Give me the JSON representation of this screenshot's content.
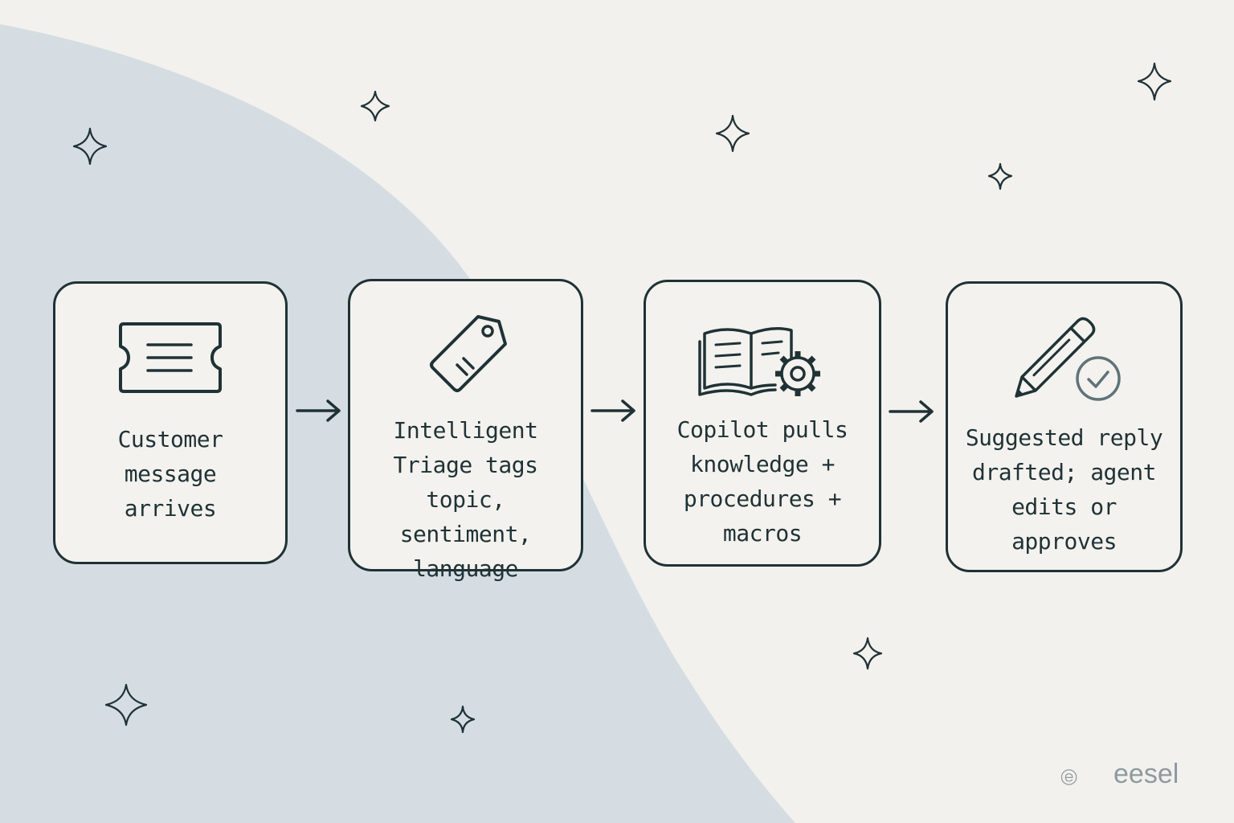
{
  "colors": {
    "background": "#f3f1ed",
    "blob": "#d6dde2",
    "ink": "#1f3236",
    "accent_check": "#5f7378",
    "logo": "#8e9aa0"
  },
  "steps": [
    {
      "label": "Customer\nmessage\narrives",
      "icon": "ticket-icon"
    },
    {
      "label": "Intelligent\nTriage tags\ntopic, sentiment,\nlanguage",
      "icon": "tag-icon"
    },
    {
      "label": "Copilot pulls\nknowledge +\nprocedures +\nmacros",
      "icon": "book-gear-icon"
    },
    {
      "label": "Suggested reply\ndrafted; agent\nedits or\napproves",
      "icon": "pencil-check-icon"
    }
  ],
  "brand": {
    "name": "eesel"
  }
}
